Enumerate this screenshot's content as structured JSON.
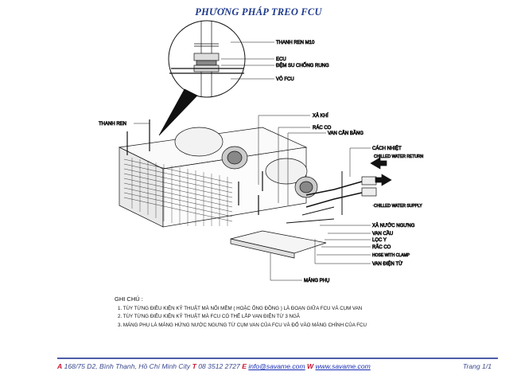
{
  "title": "PHƯƠNG PHÁP TREO FCU",
  "labels": {
    "thanh_ren_m10": "THANH REN M10",
    "ecu": "ECU",
    "dem_su": "ĐỆM SU CHỐNG RUNG",
    "vo_fcu": "VỎ FCU",
    "thanh_ren": "THANH REN",
    "xa_khi": "XẢ KHÍ",
    "rac_co_top": "RÁC CO",
    "van_can_bang": "VAN CÂN BẰNG",
    "cach_nhiet": "CÁCH NHIỆT",
    "chilled_return": "CHILLED WATER RETURN",
    "chilled_supply": "CHILLED WATER SUPPLY",
    "xa_nuoc_ngung": "XẢ NƯỚC NGƯNG",
    "van_cau": "VAN CẦU",
    "loc_y": "LỌC Y",
    "rac_co_bottom": "RẮC CO",
    "hose": "HOSE WITH CLAMP",
    "van_dien_tu": "VAN ĐIỆN TỪ",
    "mang_phu": "MÁNG PHỤ"
  },
  "notes": {
    "heading": "GHI CHÚ :",
    "lines": [
      "1. TÙY TỪNG ĐIỀU KIỆN KỸ THUẬT MÀ NỐI MỀM ( HOẶC ỐNG ĐỒNG ) LÀ ĐOẠN GIỮA FCU VÀ CỤM VAN",
      "2. TÙY TỪNG ĐIỀU KIỆN KỸ THUẬT MÀ FCU CÓ THỂ LẮP VAN ĐIỆN  TỪ 3 NGÃ",
      "3. MÁNG PHỤ LÀ MÁNG HỨNG NƯỚC NGƯNG TỪ CỤM VAN CỦA  FCU VÀ ĐỔ VÀO MÁNG CHÍNH CỦA FCU"
    ]
  },
  "footer": {
    "a_key": "A",
    "address": "168/75 D2, Bình Thạnh, Hồ Chí Minh City",
    "t_key": "T",
    "phone": "08 3512 2727",
    "e_key": "E",
    "email": "info@savame.com",
    "w_key": "W",
    "website": "www.savame.com",
    "page": "Trang 1/1"
  }
}
